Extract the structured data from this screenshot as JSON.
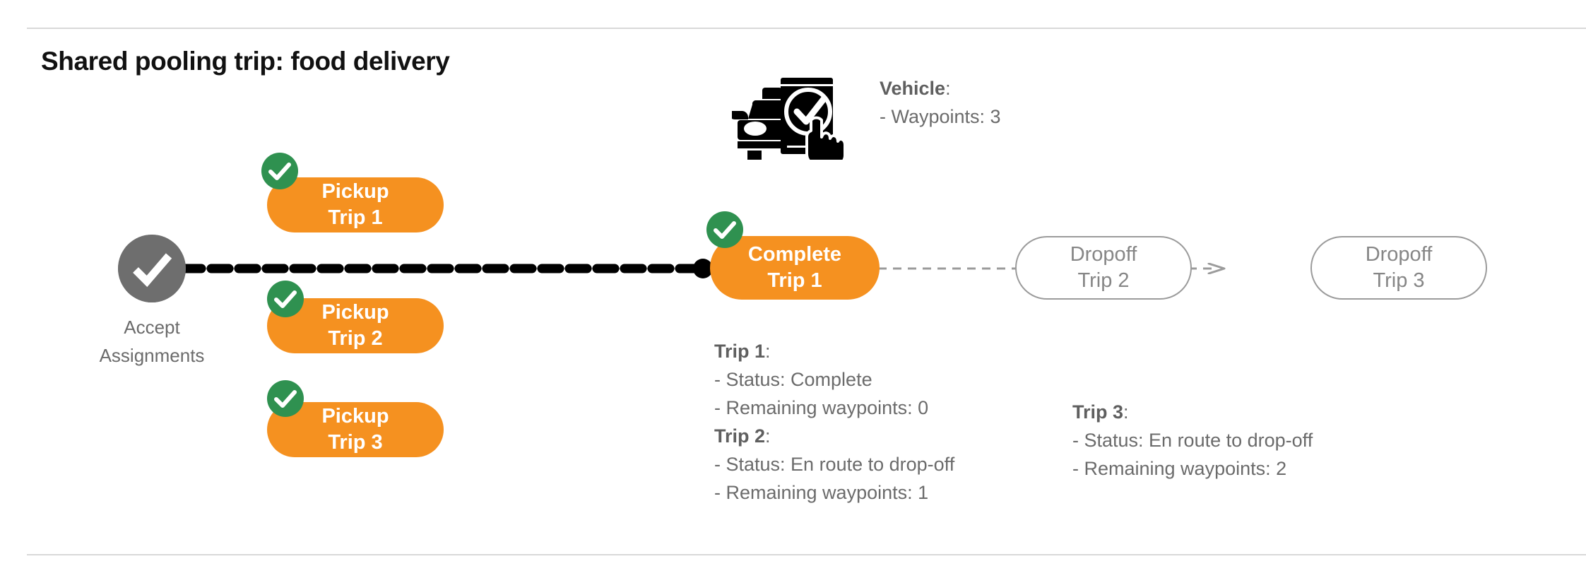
{
  "page": {
    "title": "Shared pooling trip: food delivery",
    "background": "#ffffff",
    "divider_color": "#d9d9d9"
  },
  "colors": {
    "pill_orange": "#f59120",
    "badge_green": "#2f9150",
    "accept_gray": "#6e6e6e",
    "outline_gray": "#9b9b9b",
    "text_gray": "#6b6b6b",
    "junction_black": "#000000"
  },
  "accept_node": {
    "icon": "check-circle-icon",
    "label_line1": "Accept",
    "label_line2": "Assignments",
    "label": "Accept\nAssignments"
  },
  "vehicle": {
    "icon": "car-phone-check-icon",
    "heading": "Vehicle",
    "heading_suffix": ":",
    "waypoints_line": "- Waypoints: 3",
    "waypoints": 3
  },
  "pickups": [
    {
      "badge": "check-badge-icon",
      "line1": "Pickup",
      "line2": "Trip 1",
      "state": "done"
    },
    {
      "badge": "check-badge-icon",
      "line1": "Pickup",
      "line2": "Trip 2",
      "state": "done"
    },
    {
      "badge": "check-badge-icon",
      "line1": "Pickup",
      "line2": "Trip 3",
      "state": "done"
    }
  ],
  "milestones": [
    {
      "badge": "check-badge-icon",
      "line1": "Complete",
      "line2": "Trip 1",
      "state": "done"
    },
    {
      "badge": null,
      "line1": "Dropoff",
      "line2": "Trip 2",
      "state": "pending"
    },
    {
      "badge": null,
      "line1": "Dropoff",
      "line2": "Trip 3",
      "state": "pending"
    }
  ],
  "trip_details_left": [
    {
      "head": "Trip 1",
      "head_suffix": ":",
      "status": "- Status:  Complete",
      "waypoints": "- Remaining waypoints: 0"
    },
    {
      "head": "Trip 2",
      "head_suffix": ":",
      "status": "- Status:  En route to drop-off",
      "waypoints": "- Remaining waypoints: 1"
    }
  ],
  "trip_details_right": [
    {
      "head": "Trip 3",
      "head_suffix": ":",
      "status": "- Status:  En route to drop-off",
      "waypoints": "- Remaining waypoints: 2"
    }
  ]
}
